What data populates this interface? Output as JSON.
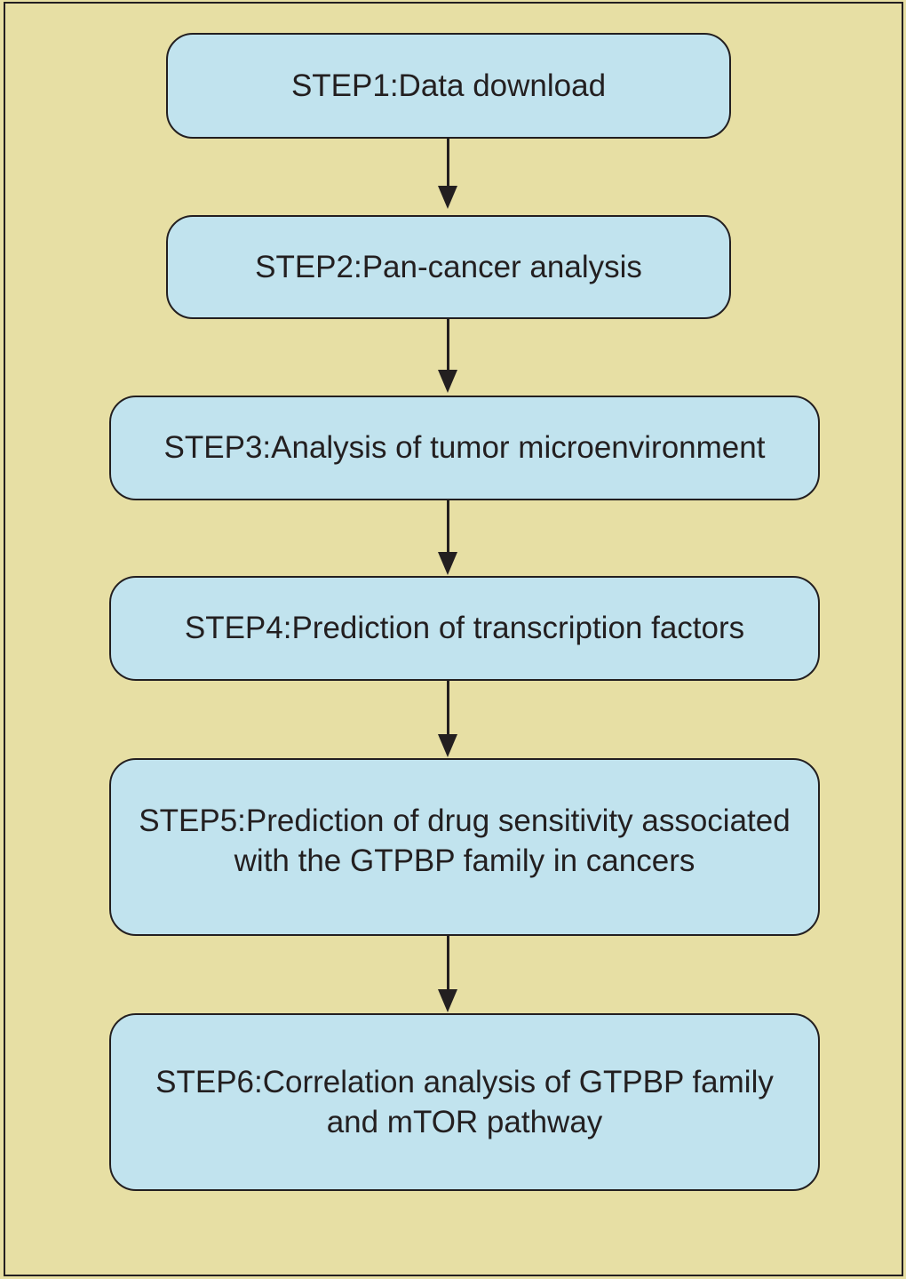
{
  "figure": {
    "type": "flowchart",
    "direction": "top-down",
    "colors": {
      "page_bg": "#E7DFA4",
      "box_fill": "#C1E3EE",
      "line": "#231F20",
      "text": "#231F20"
    },
    "steps": [
      {
        "id": 1,
        "label": "STEP1:Data download"
      },
      {
        "id": 2,
        "label": "STEP2:Pan-cancer analysis"
      },
      {
        "id": 3,
        "label": "STEP3:Analysis of tumor microenvironment"
      },
      {
        "id": 4,
        "label": "STEP4:Prediction of transcription factors"
      },
      {
        "id": 5,
        "label": "STEP5:Prediction of drug sensitivity associated with the GTPBP family in cancers"
      },
      {
        "id": 6,
        "label": "STEP6:Correlation analysis of GTPBP family and mTOR pathway"
      }
    ],
    "connections": [
      {
        "from": 1,
        "to": 2
      },
      {
        "from": 2,
        "to": 3
      },
      {
        "from": 3,
        "to": 4
      },
      {
        "from": 4,
        "to": 5
      },
      {
        "from": 5,
        "to": 6
      }
    ]
  }
}
